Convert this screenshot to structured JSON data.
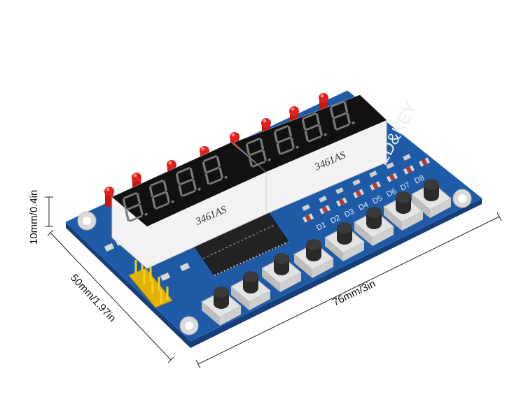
{
  "dimensions": {
    "height_label": "10mm/0.4in",
    "width_label": "50mm/1.97in",
    "length_label": "76mm/3in"
  },
  "board": {
    "silkscreen_title": "ED&KEY",
    "display_left_label": "3461AS",
    "display_right_label": "3461AS",
    "led_labels": [
      "D1",
      "D2",
      "D3",
      "D4",
      "D5",
      "D6",
      "D7",
      "D8"
    ],
    "colors": {
      "pcb": "#1f5aa6",
      "pcb_edge": "#163f78",
      "display": "#f3f3f3",
      "segment": "#1a1a1a",
      "led": "#e0201a",
      "header": "#e6b800",
      "ic": "#222222",
      "button": "#2a2a2a"
    }
  }
}
